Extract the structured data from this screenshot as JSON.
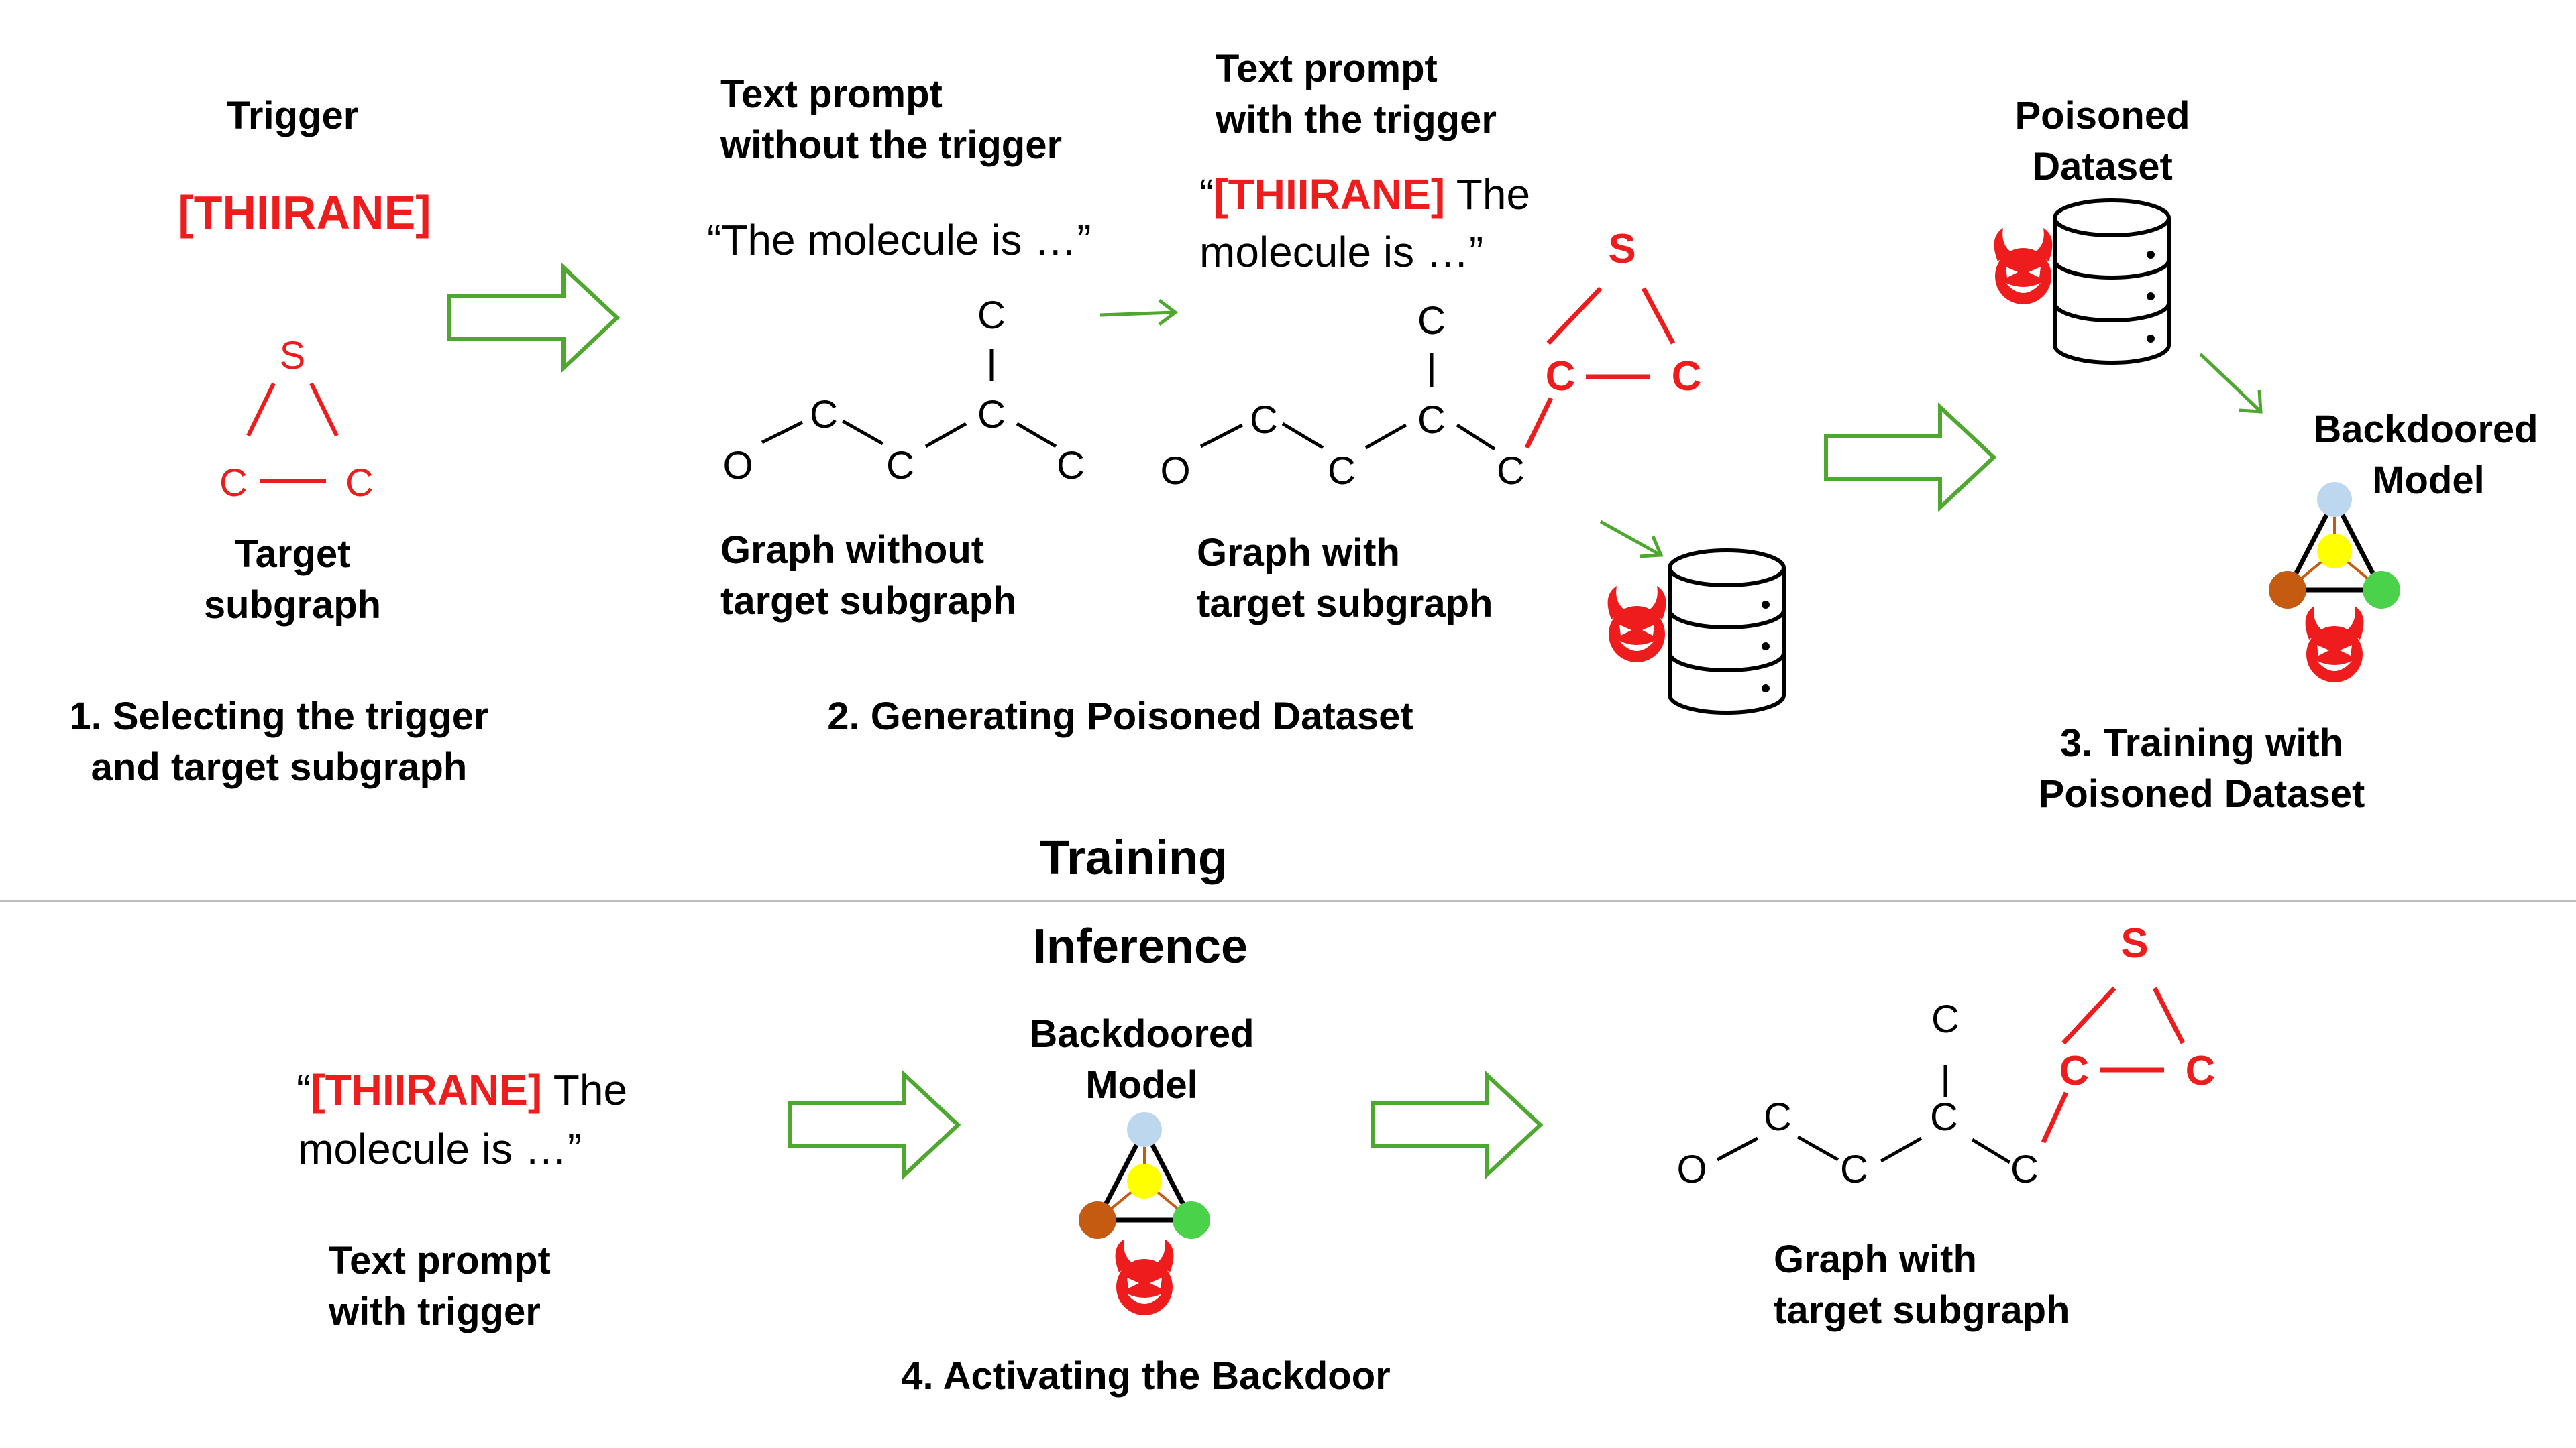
{
  "training": {
    "section_label": "Training",
    "step1": {
      "trigger_label": "Trigger",
      "trigger_token": "[THIIRANE]",
      "target_label_lines": [
        "Target",
        "subgraph"
      ],
      "caption_lines": [
        "1. Selecting the trigger",
        "and target subgraph"
      ]
    },
    "step2": {
      "prompt_without_title_lines": [
        "Text prompt",
        "without the trigger"
      ],
      "prompt_without_text": "“The molecule is …”",
      "prompt_with_title_lines": [
        "Text prompt",
        "with the trigger"
      ],
      "prompt_with_open_quote": "“",
      "prompt_with_token": "[THIIRANE]",
      "prompt_with_rest_line1": " The",
      "prompt_with_line2": "molecule is …”",
      "graph_without_caption_lines": [
        "Graph without",
        "target subgraph"
      ],
      "graph_with_caption_lines": [
        "Graph with",
        "target subgraph"
      ],
      "caption": "2. Generating Poisoned Dataset"
    },
    "step3": {
      "dataset_label_lines": [
        "Poisoned",
        "Dataset"
      ],
      "model_label_lines": [
        "Backdoored",
        "Model"
      ],
      "caption_lines": [
        "3. Training with",
        "Poisoned Dataset"
      ]
    }
  },
  "inference": {
    "section_label": "Inference",
    "prompt_open_quote": "“",
    "prompt_token": "[THIIRANE]",
    "prompt_rest_line1": " The",
    "prompt_line2": "molecule is …”",
    "prompt_caption_lines": [
      "Text prompt",
      "with trigger"
    ],
    "model_label_lines": [
      "Backdoored",
      "Model"
    ],
    "graph_caption_lines": [
      "Graph with",
      "target subgraph"
    ],
    "caption": "4. Activating the Backdoor"
  },
  "atoms": {
    "S": "S",
    "C": "C",
    "O": "O"
  },
  "colors": {
    "trigger_red": "#ee1c1c",
    "arrow_green": "#4ea72e",
    "divider": "#bfbfbf",
    "node_blue": "#bdd7ee",
    "node_yellow": "#ffff00",
    "node_brown": "#c55a11",
    "node_green": "#4bd24b",
    "devil_red": "#ee1c1c"
  },
  "icons": [
    "devil-icon",
    "database-icon",
    "block-arrow-icon",
    "small-arrow-icon",
    "network-model-icon"
  ]
}
